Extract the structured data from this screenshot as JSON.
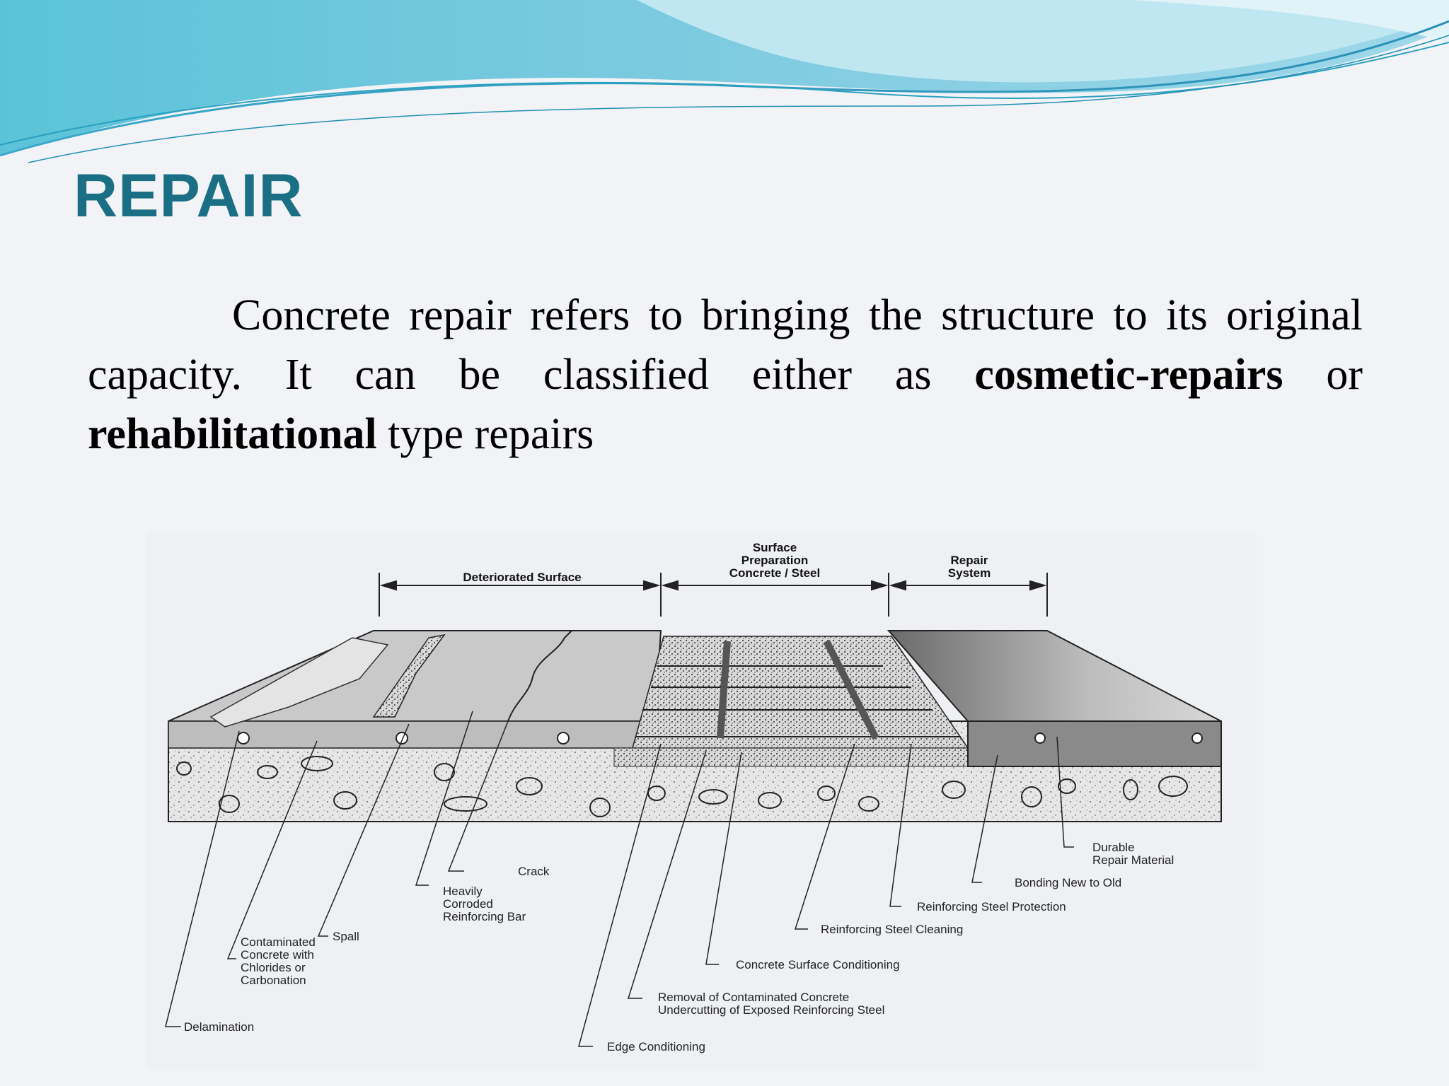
{
  "slide": {
    "title": "REPAIR",
    "paragraph": {
      "part1": "Concrete repair refers to bringing the structure to its original capacity. It can be classified either as ",
      "bold1": "cosmetic-repairs",
      "part2": " or ",
      "bold2": "rehabilitational",
      "part3": " type repairs"
    }
  },
  "diagram": {
    "headers": {
      "deteriorated": "Deteriorated Surface",
      "prep_line1": "Surface",
      "prep_line2": "Preparation",
      "prep_line3": "Concrete / Steel",
      "repair_line1": "Repair",
      "repair_line2": "System"
    },
    "labels": {
      "crack": "Crack",
      "bar_line1": "Heavily",
      "bar_line2": "Corroded",
      "bar_line3": "Reinforcing Bar",
      "spall": "Spall",
      "contam_line1": "Contaminated",
      "contam_line2": "Concrete with",
      "contam_line3": "Chlorides or",
      "contam_line4": "Carbonation",
      "delamination": "Delamination",
      "durable_line1": "Durable",
      "durable_line2": "Repair Material",
      "bonding": "Bonding New to Old",
      "steel_protection": "Reinforcing Steel Protection",
      "steel_cleaning": "Reinforcing Steel Cleaning",
      "surface_conditioning": "Concrete Surface Conditioning",
      "removal_line1": "Removal of Contaminated Concrete",
      "removal_line2": "Undercutting of Exposed Reinforcing Steel",
      "edge": "Edge Conditioning"
    }
  }
}
